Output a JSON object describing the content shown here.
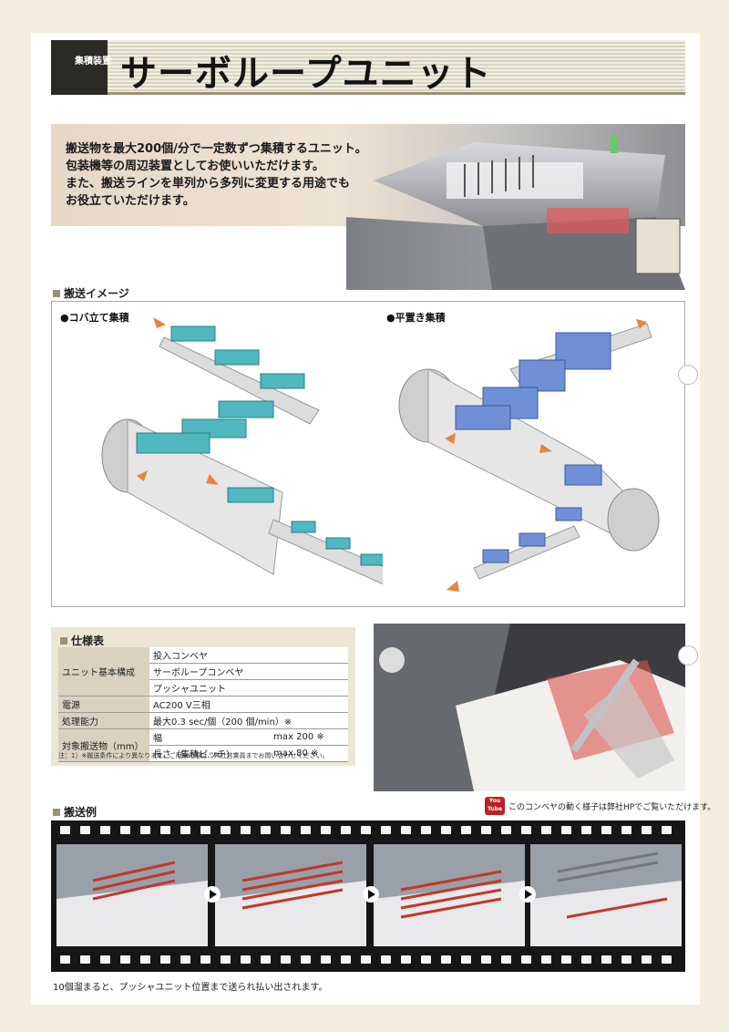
{
  "header": {
    "category": "集積装置",
    "title": "サーボループユニット"
  },
  "intro": {
    "lines": [
      "搬送物を最大200個/分で一定数ずつ集積するユニット。",
      "包装機等の周辺装置としてお使いいただけます。",
      "また、搬送ラインを単列から多列に変更する用途でも",
      "お役立ていただけます。"
    ]
  },
  "conveyance_image": {
    "label": "搬送イメージ",
    "left_title": "●コバ立て集積",
    "right_title": "●平置き集積"
  },
  "spec": {
    "label": "仕様表",
    "rows": [
      {
        "head": "ユニット基本構成",
        "value": "投入コンベヤ"
      },
      {
        "head": "",
        "value": "サーボループコンベヤ"
      },
      {
        "head": "",
        "value": "プッシャユニット"
      },
      {
        "head": "電源",
        "value": "AC200 V三相"
      },
      {
        "head": "処理能力",
        "value": "最大0.3 sec/個（200 個/min）※"
      },
      {
        "head": "対象搬送物（mm）",
        "sub": "幅",
        "value": "max 200 ※"
      },
      {
        "head": "",
        "sub": "長さ（集積ピッチ）",
        "value": "max 80 ※"
      }
    ],
    "note": "注：1）※搬送条件により異なります。ご用命の際は、弊社営業員までお問い合わせください。"
  },
  "video": {
    "youtube_top": "You",
    "youtube_bottom": "Tube",
    "caption": "このコンベヤの動く様子は弊社HPでご覧いただけます。"
  },
  "example": {
    "label": "搬送例",
    "caption": "10個溜まると、プッシャユニット位置まで送られ払い出されます。"
  },
  "colors": {
    "accent": "#9a9277",
    "arrow": "#e8853a",
    "block_teal": "#4fb8c0",
    "block_blue": "#6f8fd6"
  }
}
